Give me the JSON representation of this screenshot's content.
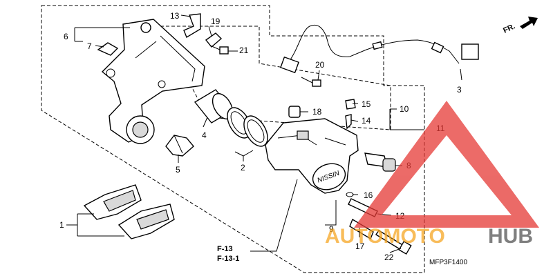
{
  "colors": {
    "line": "#000000",
    "watermark_red": "#e53935",
    "watermark_grey": "#555555",
    "watermark_orange": "#f6a623"
  },
  "direction": {
    "label": "FR.",
    "icon": "arrow-up-right-icon"
  },
  "callouts": {
    "c1": "1",
    "c2": "2",
    "c3": "3",
    "c4": "4",
    "c5": "5",
    "c6": "6",
    "c7": "7",
    "c8": "8",
    "c9": "9",
    "c10": "10",
    "c11": "11",
    "c12": "12",
    "c13": "13",
    "c14": "14",
    "c15": "15",
    "c16": "16",
    "c17": "17",
    "c18": "18",
    "c19": "19",
    "c20": "20",
    "c21": "21",
    "c22": "22"
  },
  "references": {
    "r1": "F-13",
    "r2": "F-13-1"
  },
  "caliper_mark": "NISSIN",
  "diagram_code": "MFP3F1400",
  "watermark": {
    "part1": "AUTOMOTO",
    "part2": "HUB",
    "icon": "warning-triangle-icon"
  }
}
